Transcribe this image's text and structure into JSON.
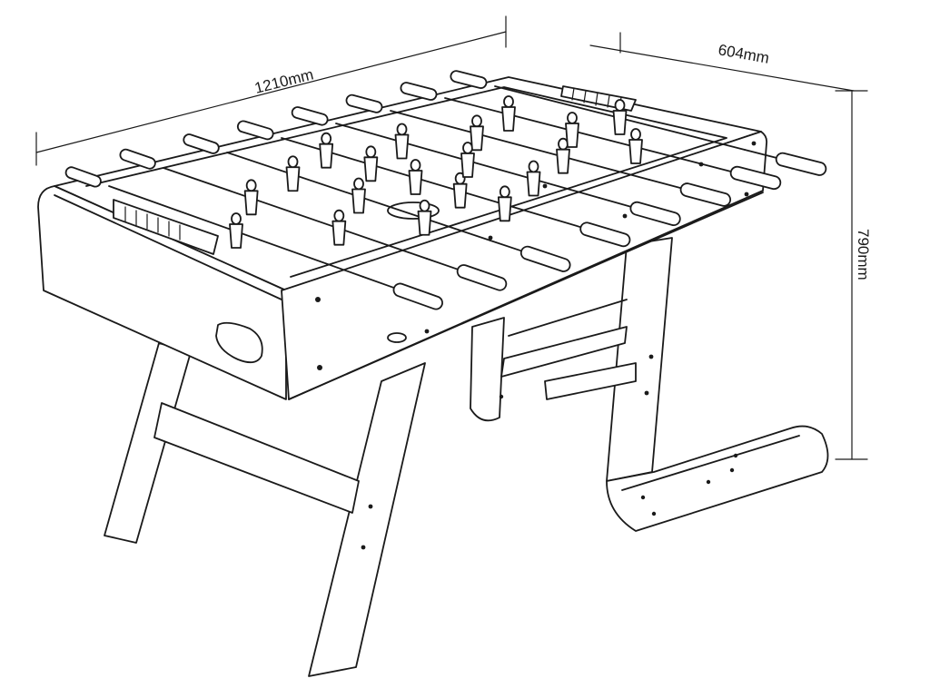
{
  "dimensions": {
    "length": "1210mm",
    "width": "604mm",
    "height": "790mm"
  }
}
